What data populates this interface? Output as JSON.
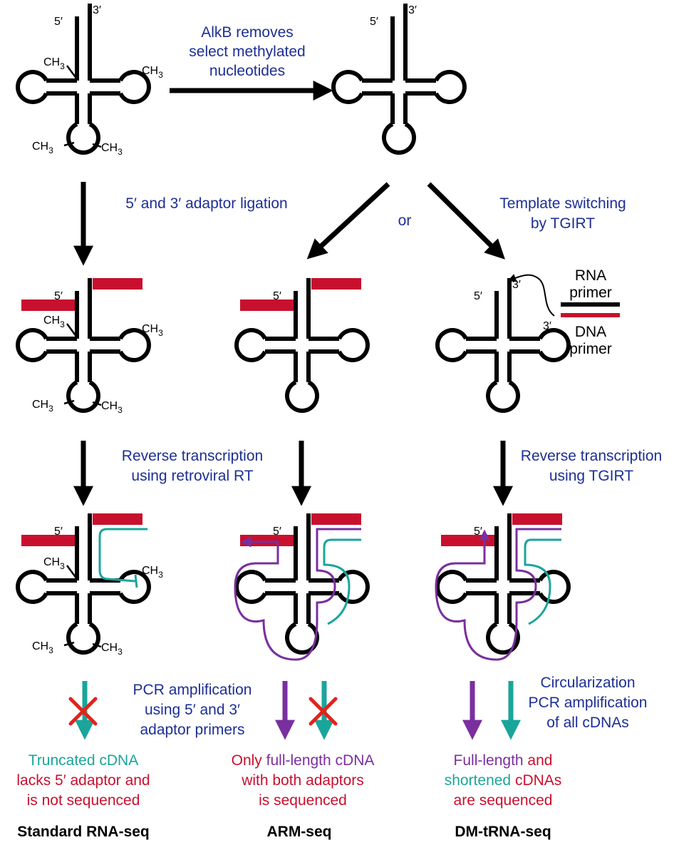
{
  "labels": {
    "alkb": [
      "AlkB removes",
      "select methylated",
      "nucleotides"
    ],
    "ligation": "5′ and 3′ adaptor ligation",
    "or": "or",
    "template_switching": [
      "Template switching",
      "by TGIRT"
    ],
    "rna_primer": [
      "RNA",
      "primer"
    ],
    "dna_primer": [
      "DNA",
      "primer"
    ],
    "rt_retroviral": [
      "Reverse transcription",
      "using retroviral RT"
    ],
    "rt_tgirt": [
      "Reverse transcription",
      "using TGIRT"
    ],
    "pcr": [
      "PCR amplification",
      "using 5′ and 3′",
      "adaptor primers"
    ],
    "circ": [
      "Circularization",
      "PCR amplification",
      "of all cDNAs"
    ],
    "outcome_standard": [
      [
        {
          "text": "Truncated cDNA",
          "color": "teal"
        }
      ],
      [
        {
          "text": "lacks 5′ adaptor and",
          "color": "red"
        }
      ],
      [
        {
          "text": "is not sequenced",
          "color": "red"
        }
      ]
    ],
    "outcome_arm": [
      [
        {
          "text": "Only ",
          "color": "red"
        },
        {
          "text": "full-length cDNA",
          "color": "purple"
        }
      ],
      [
        {
          "text": "with both adaptors",
          "color": "red"
        }
      ],
      [
        {
          "text": "is sequenced",
          "color": "red"
        }
      ]
    ],
    "outcome_dm": [
      [
        {
          "text": "Full-length",
          "color": "purple"
        },
        {
          "text": " and",
          "color": "red"
        }
      ],
      [
        {
          "text": "shortened",
          "color": "teal"
        },
        {
          "text": " cDNAs",
          "color": "red"
        }
      ],
      [
        {
          "text": "are sequenced",
          "color": "red"
        }
      ]
    ],
    "titles": [
      "Standard RNA-seq",
      "ARM-seq",
      "DM-tRNA-seq"
    ],
    "five_prime": "5′",
    "three_prime": "3′",
    "ch3": "CH",
    "ch3_sub": "3"
  },
  "colors": {
    "blue": "#1d2f94",
    "red": "#c8102e",
    "teal": "#1aa59b",
    "purple": "#7a2f9e",
    "adaptor": "#c8102e",
    "rna": "#000000"
  }
}
